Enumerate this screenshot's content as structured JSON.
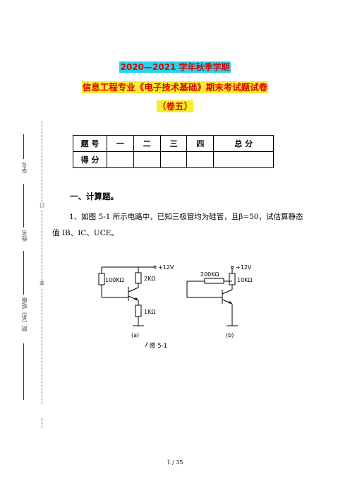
{
  "header": {
    "title_line1": "2020—2021 学年秋季学期",
    "title_line2": "信息工程专业《电子技术基础》期末考试题试卷",
    "title_line3": "（卷五）"
  },
  "score_table": {
    "row1": [
      "题 号",
      "一",
      "二",
      "三",
      "四",
      "总 分"
    ],
    "row2": [
      "得 分",
      "",
      "",
      "",
      "",
      ""
    ]
  },
  "binding_margin": {
    "student_id": "学号",
    "name": "姓名",
    "dept_class": "院（系）班级",
    "dot_label_1": "订",
    "dot_label_2": "装"
  },
  "section": {
    "heading": "一、计算题。",
    "question_1": "1、如图 5-1 所示电路中，已知三极管均为硅管，且β=50，试估算静态值 IB、IC、UCE。"
  },
  "figure": {
    "caption": "图 5-1",
    "a": {
      "label": "(a)",
      "supply": "+12V",
      "r_base": "100KΩ",
      "r_collector": "2KΩ",
      "r_emitter": "1KΩ"
    },
    "b": {
      "label": "(b)",
      "supply": "+12V",
      "r_base": "200KΩ",
      "r_collector": "10KΩ"
    }
  },
  "footer": {
    "page": "1 / 35"
  }
}
